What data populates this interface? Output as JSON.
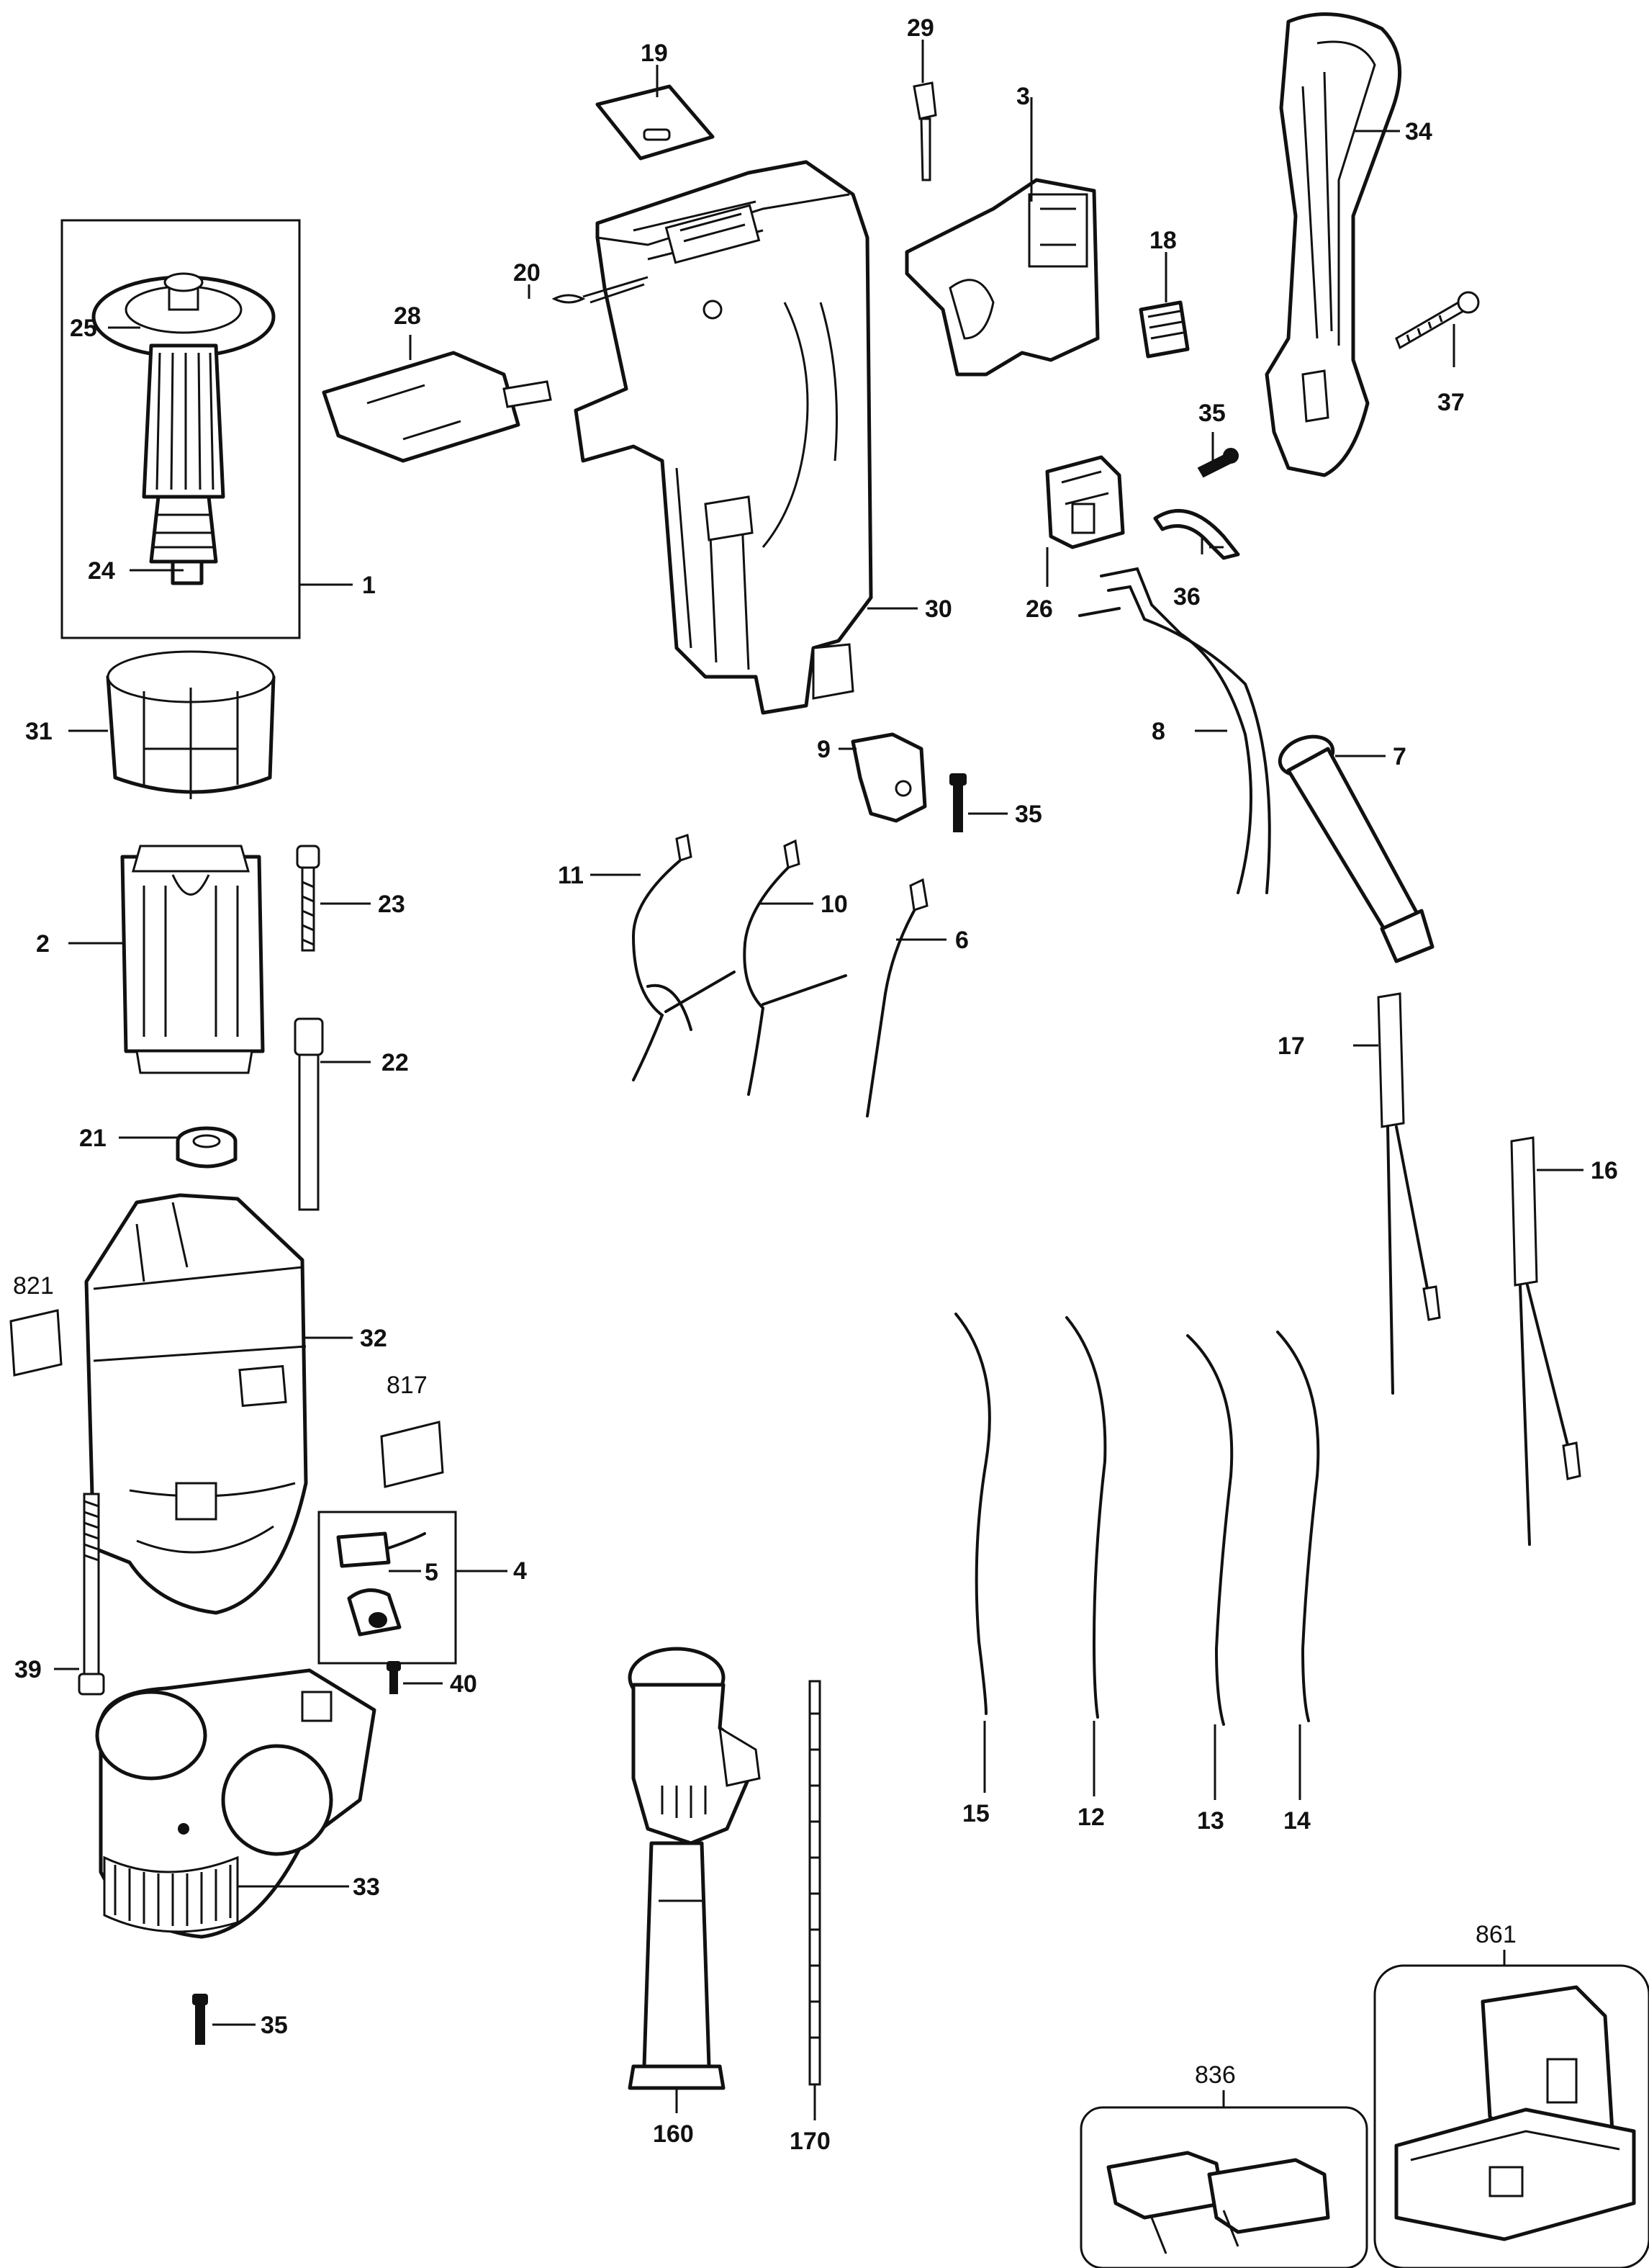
{
  "labels": {
    "p1": "1",
    "p2": "2",
    "p3": "3",
    "p4": "4",
    "p5": "5",
    "p6": "6",
    "p7": "7",
    "p8": "8",
    "p9": "9",
    "p10": "10",
    "p11": "11",
    "p12": "12",
    "p13": "13",
    "p14": "14",
    "p15": "15",
    "p16": "16",
    "p17": "17",
    "p18": "18",
    "p19": "19",
    "p20": "20",
    "p21": "21",
    "p22": "22",
    "p23": "23",
    "p24": "24",
    "p25": "25",
    "p26": "26",
    "p28": "28",
    "p29": "29",
    "p30": "30",
    "p31": "31",
    "p32": "32",
    "p33": "33",
    "p34": "34",
    "p35a": "35",
    "p35b": "35",
    "p35c": "35",
    "p36": "36",
    "p37": "37",
    "p39": "39",
    "p40": "40",
    "p160": "160",
    "p170": "170",
    "p817": "817",
    "p821": "821",
    "p836": "836",
    "p861": "861"
  }
}
